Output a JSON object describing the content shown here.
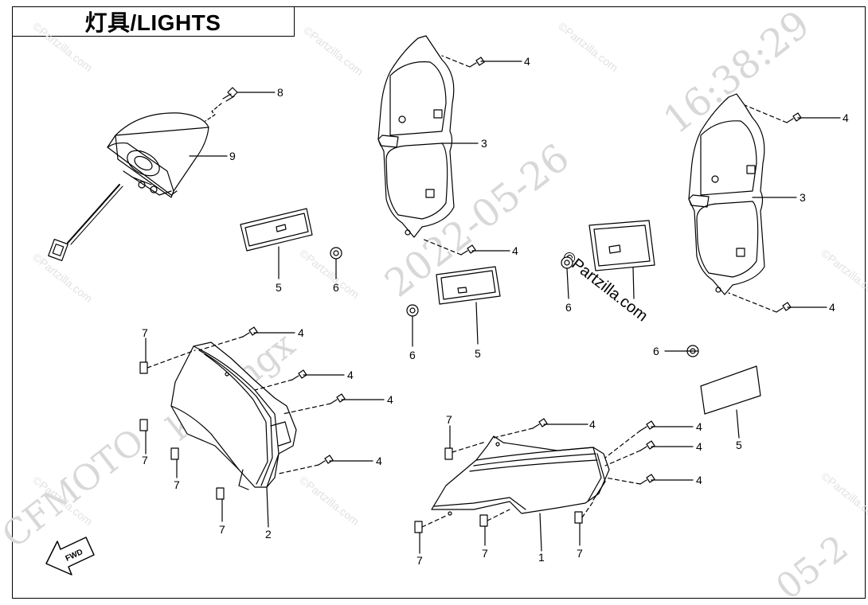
{
  "title": "灯具/LIGHTS",
  "watermarks": {
    "date": "2022-05-26",
    "time": "16:38:29",
    "user": "kfwangx",
    "brand": "CFMOTO",
    "site": "©Partzilla.com",
    "site_faint": "©Partzilla.com",
    "corner_fragment": "05-2"
  },
  "fwd_label": "FWD",
  "callouts": {
    "c1": "1",
    "c2": "2",
    "c3a": "3",
    "c3b": "3",
    "c4a": "4",
    "c4b": "4",
    "c4c": "4",
    "c4d": "4",
    "c4e": "4",
    "c4f": "4",
    "c4g": "4",
    "c4h": "4",
    "c4i": "4",
    "c4j": "4",
    "c4k": "4",
    "c4l": "4",
    "c5a": "5",
    "c5b": "5",
    "c5c": "5",
    "c6a": "6",
    "c6b": "6",
    "c6c": "6",
    "c6d": "6",
    "c7a": "7",
    "c7b": "7",
    "c7c": "7",
    "c7d": "7",
    "c7e": "7",
    "c7f": "7",
    "c7g": "7",
    "c7h": "7",
    "c8": "8",
    "c9": "9"
  },
  "colors": {
    "line": "#000000",
    "watermark": "#d8d8d8"
  }
}
